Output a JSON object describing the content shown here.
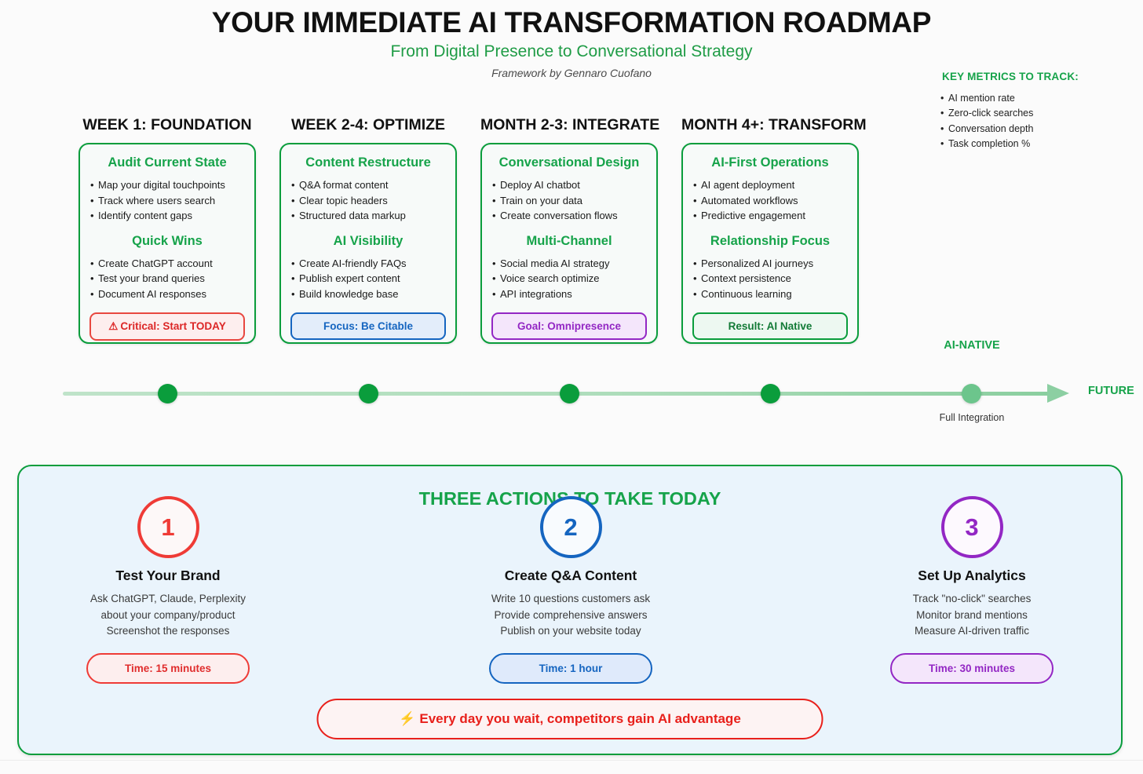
{
  "header": {
    "title": "YOUR IMMEDIATE AI TRANSFORMATION ROADMAP",
    "subtitle": "From Digital Presence to Conversational Strategy",
    "byline": "Framework by Gennaro Cuofano"
  },
  "key_metrics": {
    "title": "KEY METRICS TO TRACK:",
    "items": [
      "AI mention rate",
      "Zero-click searches",
      "Conversation depth",
      "Task completion %"
    ]
  },
  "phases": [
    {
      "heading": "WEEK 1: FOUNDATION",
      "section1_title": "Audit Current State",
      "section1_bullets": [
        "Map your digital touchpoints",
        "Track where users search",
        "Identify content gaps"
      ],
      "section2_title": "Quick Wins",
      "section2_bullets": [
        "Create ChatGPT account",
        "Test your brand queries",
        "Document AI responses"
      ],
      "badge": "Critical: Start TODAY",
      "badge_icon": "warning-triangle-icon",
      "badge_style": "red",
      "badge_color": "#dc2626"
    },
    {
      "heading": "WEEK 2-4: OPTIMIZE",
      "section1_title": "Content Restructure",
      "section1_bullets": [
        "Q&A format content",
        "Clear topic headers",
        "Structured data markup"
      ],
      "section2_title": "AI Visibility",
      "section2_bullets": [
        "Create AI-friendly FAQs",
        "Publish expert content",
        "Build knowledge base"
      ],
      "badge": "Focus: Be Citable",
      "badge_style": "blue",
      "badge_color": "#1565c0"
    },
    {
      "heading": "MONTH 2-3: INTEGRATE",
      "section1_title": "Conversational Design",
      "section1_bullets": [
        "Deploy AI chatbot",
        "Train on your data",
        "Create conversation flows"
      ],
      "section2_title": "Multi-Channel",
      "section2_bullets": [
        "Social media AI strategy",
        "Voice search optimize",
        "API integrations"
      ],
      "badge": "Goal: Omnipresence",
      "badge_style": "purple",
      "badge_color": "#9327c4"
    },
    {
      "heading": "MONTH 4+: TRANSFORM",
      "section1_title": "AI-First Operations",
      "section1_bullets": [
        "AI agent deployment",
        "Automated workflows",
        "Predictive engagement"
      ],
      "section2_title": "Relationship Focus",
      "section2_bullets": [
        "Personalized AI journeys",
        "Context persistence",
        "Continuous learning"
      ],
      "badge": "Result: AI Native",
      "badge_style": "green",
      "badge_color": "#127a36"
    }
  ],
  "timeline": {
    "milestone_label": "AI-NATIVE",
    "milestone_sublabel": "Full Integration",
    "end_label": "FUTURE",
    "line_color": "#aeddbb",
    "dot_color": "#0a9d3c"
  },
  "actions": {
    "title": "THREE ACTIONS TO TAKE TODAY",
    "items": [
      {
        "number": "1",
        "title": "Test Your Brand",
        "desc_lines": [
          "Ask ChatGPT, Claude, Perplexity",
          "about your company/product",
          "Screenshot the responses"
        ],
        "time": "Time: 15 minutes",
        "style": "red",
        "color": "#ef3b36"
      },
      {
        "number": "2",
        "title": "Create Q&A Content",
        "desc_lines": [
          "Write 10 questions customers ask",
          "Provide comprehensive answers",
          "Publish on your website today"
        ],
        "time": "Time: 1 hour",
        "style": "blue",
        "color": "#1565c0"
      },
      {
        "number": "3",
        "title": "Set Up Analytics",
        "desc_lines": [
          "Track \"no-click\" searches",
          "Monitor brand mentions",
          "Measure AI-driven traffic"
        ],
        "time": "Time: 30 minutes",
        "style": "purple",
        "color": "#9327c4"
      }
    ],
    "urgency": "Every day you wait, competitors gain AI advantage",
    "urgency_icon": "lightning-bolt-icon",
    "urgency_color": "#e8201b"
  }
}
